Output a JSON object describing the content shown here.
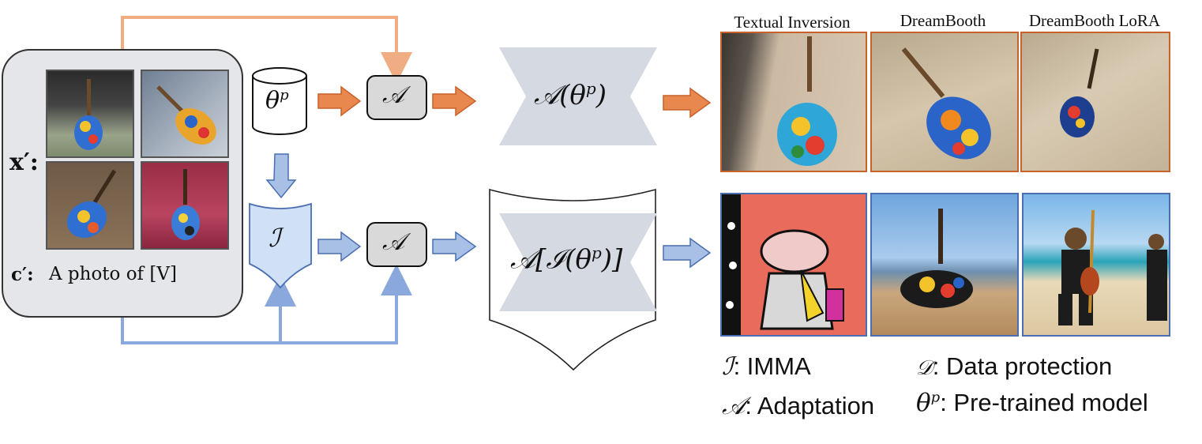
{
  "input_panel": {
    "x_label": "x′:",
    "c_label": "c′:",
    "c_text": "A photo of [V]"
  },
  "nodes": {
    "theta": "θ",
    "theta_sup": "p",
    "adapt_top": "𝒜",
    "adapt_bottom": "𝒜",
    "imma": "ℐ",
    "model_top": "𝒜(θ",
    "model_top_sup": "p",
    "model_top_tail": ")",
    "model_bottom": "𝒜[ℐ(θ",
    "model_bottom_sup": "p",
    "model_bottom_tail": ")]"
  },
  "output_captions": [
    "Textual Inversion",
    "DreamBooth",
    "DreamBooth LoRA"
  ],
  "legend": {
    "imma_sym": "ℐ",
    "imma_text": ": IMMA",
    "data_sym": "𝒟",
    "data_text": ":   Data protection",
    "adapt_sym": "𝒜",
    "adapt_text": ": Adaptation",
    "theta_sym": "θ",
    "theta_sup": "p",
    "theta_text": ":  Pre-trained model"
  },
  "colors": {
    "orange_arrow": "#e8884f",
    "orange_border": "#c8612a",
    "light_orange_line": "#f0ac82",
    "blue_arrow": "#9db5e0",
    "blue_border": "#4a6fb0",
    "blue_line": "#8aa8dc",
    "panel_gray": "#e4e6ea",
    "bowtie_gray": "#d5d9e1",
    "shield_blue": "#cfe0f7"
  }
}
